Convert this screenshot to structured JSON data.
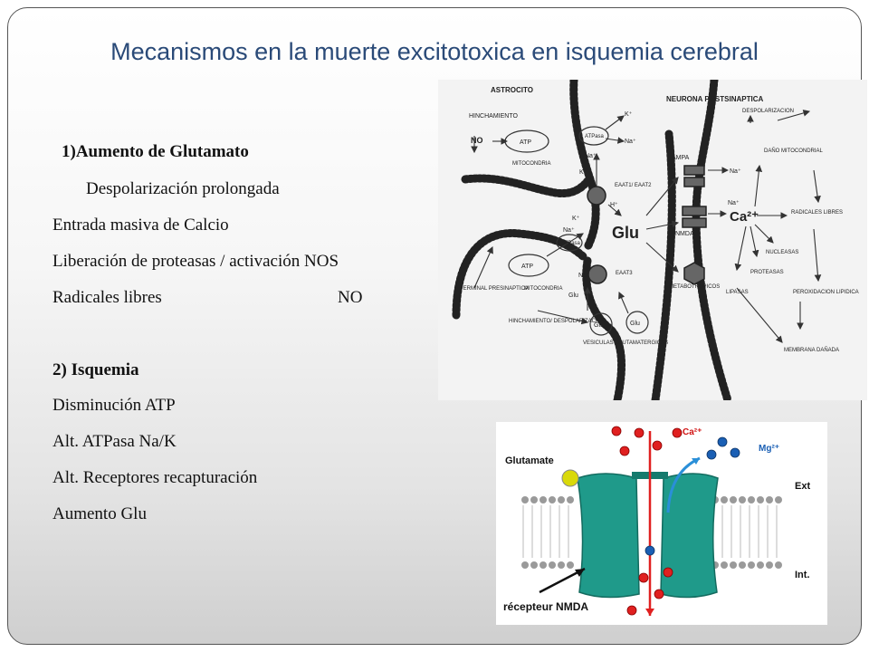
{
  "slide": {
    "title": "Mecanismos en la muerte excitotoxica en isquemia cerebral",
    "section1": {
      "heading": "1)Aumento de Glutamato",
      "lines": [
        "Despolarización prolongada",
        "Entrada masiva de Calcio",
        "Liberación de proteasas / activación NOS",
        "Radicales libres",
        "NO"
      ]
    },
    "section2": {
      "heading": "2) Isquemia",
      "lines": [
        "Disminución ATP",
        "Alt. ATPasa Na/K",
        "Alt. Receptores recapturación",
        "Aumento Glu"
      ]
    }
  },
  "diagram1": {
    "astrocito": "ASTROCITO",
    "hinchamiento": "HINCHAMIENTO",
    "no1": "NO",
    "atp1": "ATP",
    "atpasa1": "ATPasa",
    "k1": "K⁺",
    "na1": "Na⁺",
    "mitocondria1": "MITOCONDRIA",
    "na2": "Na⁺",
    "k2": "K⁺",
    "eaat12": "EAAT1/ EAAT2",
    "h1": "H⁺",
    "glu_center": "Glu",
    "k3": "K⁺",
    "na3": "Na⁺",
    "atp2": "ATP",
    "atpasa2": "ATPasa",
    "mitocondria2": "MITOCONDRIA",
    "eaat3": "EAAT3",
    "na4": "Na⁺",
    "h2": "H⁺",
    "glu2": "Glu",
    "terminal": "TERMINAL PRESINAPTICA",
    "hinch_desp": "HINCHAMIENTO/ DESPOLARIZACION",
    "glu3": "Glu",
    "glu4": "Glu",
    "vesiculas": "VESICULAS GLUTAMATERGICAS",
    "neurona": "NEURONA POSTSINAPTICA",
    "ampa": "AMPA",
    "na5": "Na⁺",
    "na6": "Na⁺",
    "nmda": "NMDA",
    "ca": "Ca²⁺",
    "metabo": "METABOTROPICOS",
    "despolarizacion": "DESPOLARIZACION",
    "dano": "DAÑO MITOCONDRIAL",
    "radicales": "RADICALES LIBRES",
    "nucleasas": "NUCLEASAS",
    "proteasas": "PROTEASAS",
    "lipasas": "LIPASAS",
    "peroxidacion": "PEROXIDACION LIPIDICA",
    "membrana": "MEMBRANA DAÑADA"
  },
  "diagram2": {
    "ca": "Ca²⁺",
    "mg": "Mg²⁺",
    "glutamate": "Glutamate",
    "ext": "Ext",
    "int": "Int.",
    "receptor": "récepteur NMDA",
    "colors": {
      "channel": "#1f9a8a",
      "ion_red": "#e02020",
      "ion_blue": "#1a5fb4",
      "glutamate": "#d9d90a"
    }
  }
}
